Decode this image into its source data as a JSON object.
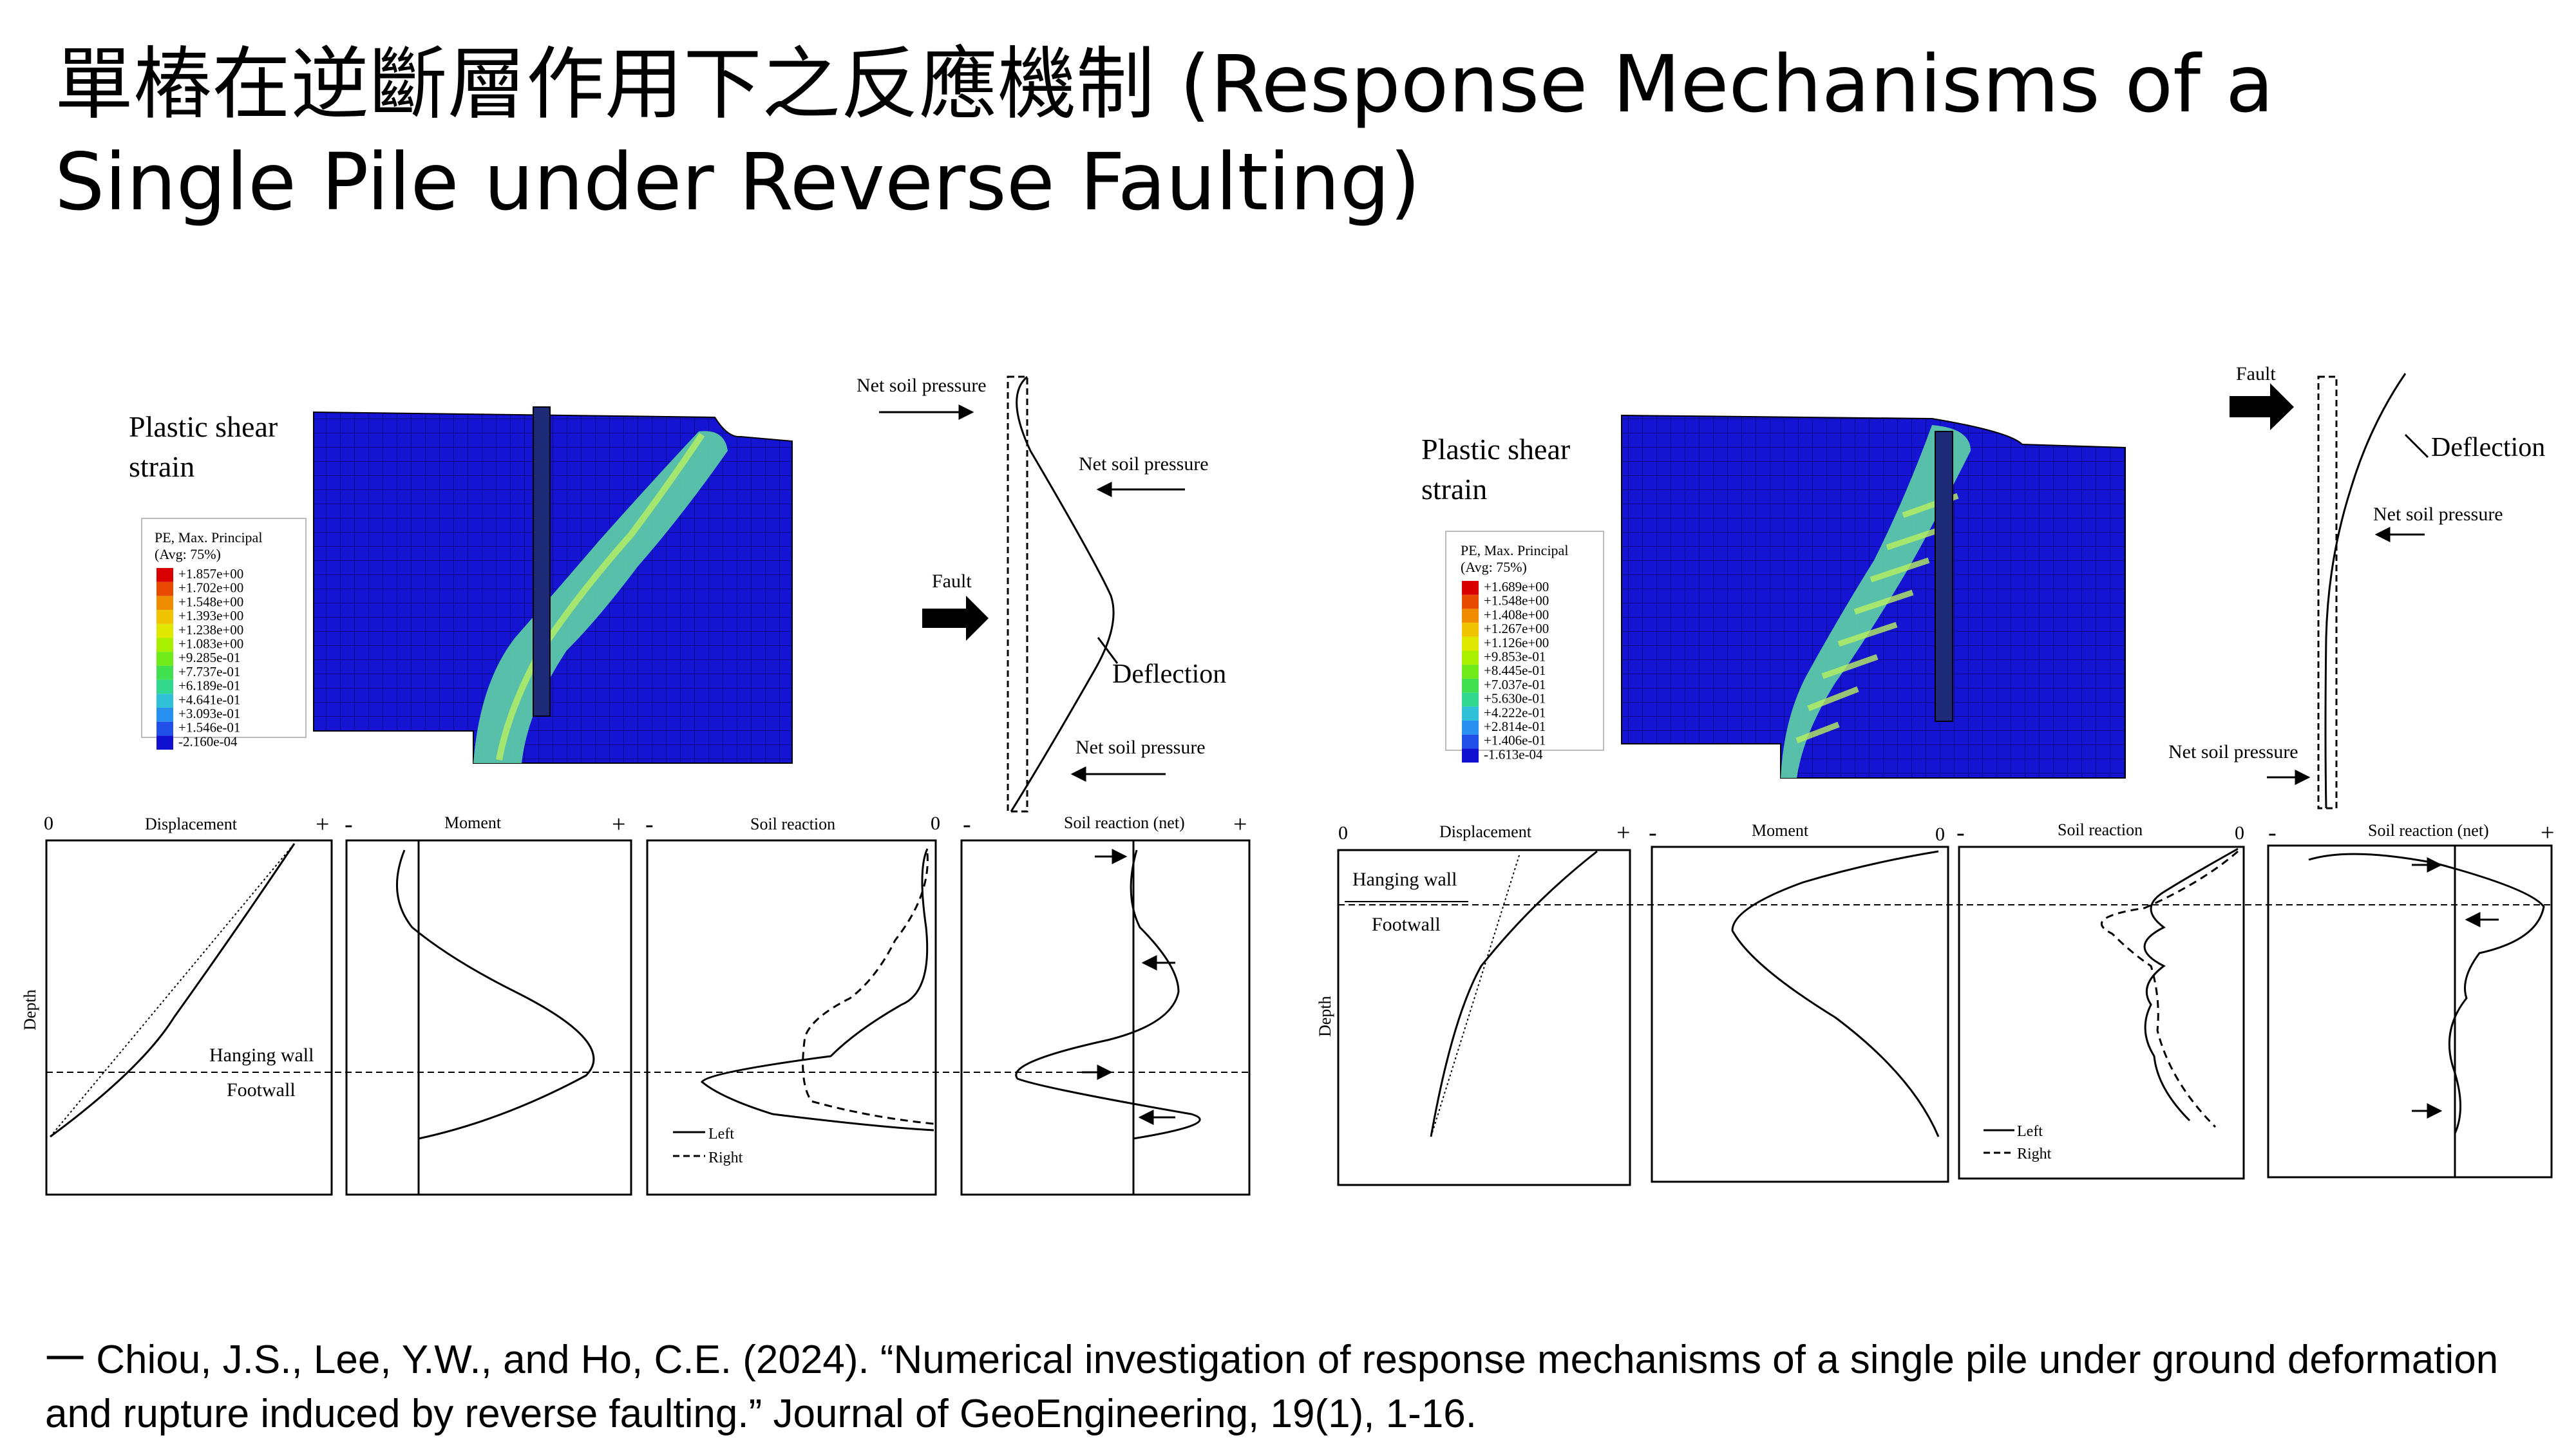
{
  "title": "單樁在逆斷層作用下之反應機制 (Response Mechanisms of a Single Pile under Reverse Faulting)",
  "citation": "一 Chiou, J.S., Lee, Y.W., and Ho, C.E. (2024). “Numerical investigation of response mechanisms of a single pile under ground deformation and rupture induced by reverse faulting.” Journal of GeoEngineering, 19(1), 1-16.",
  "colors": {
    "mesh_blue": "#1414d2",
    "pile": "#1c2a78",
    "shear_green": "#4ecb6e",
    "shear_cyan": "#6fd0e8"
  },
  "left": {
    "fe_label_1": "Plastic shear",
    "fe_label_2": "strain",
    "legend": {
      "title_1": "PE, Max. Principal",
      "title_2": "(Avg: 75%)",
      "values": [
        "+1.857e+00",
        "+1.702e+00",
        "+1.548e+00",
        "+1.393e+00",
        "+1.238e+00",
        "+1.083e+00",
        "+9.285e-01",
        "+7.737e-01",
        "+6.189e-01",
        "+4.641e-01",
        "+3.093e-01",
        "+1.546e-01",
        "-2.160e-04"
      ],
      "colors": [
        "#d80000",
        "#e84a00",
        "#f08c00",
        "#f0c400",
        "#e0e800",
        "#a8f000",
        "#70ea18",
        "#40e050",
        "#30d890",
        "#30c0d8",
        "#2890f0",
        "#2050e8",
        "#1010d0"
      ]
    },
    "mech": {
      "net_top": "Net soil pressure",
      "net_mid": "Net soil pressure",
      "fault": "Fault",
      "deflection": "Deflection",
      "net_bottom": "Net soil pressure"
    },
    "plots": {
      "zero_left": "0",
      "displacement": "Displacement",
      "plus_1": "+",
      "minus_2": "-",
      "moment": "Moment",
      "plus_2": "+",
      "minus_3": "-",
      "soil_reaction": "Soil reaction",
      "zero_3": "0",
      "minus_4": "-",
      "soil_reaction_net": "Soil reaction (net)",
      "plus_4": "+",
      "depth": "Depth",
      "hanging_wall": "Hanging wall",
      "footwall": "Footwall",
      "legend_left": "Left",
      "legend_right": "Right"
    }
  },
  "right": {
    "fe_label_1": "Plastic shear",
    "fe_label_2": "strain",
    "legend": {
      "title_1": "PE, Max. Principal",
      "title_2": "(Avg: 75%)",
      "values": [
        "+1.689e+00",
        "+1.548e+00",
        "+1.408e+00",
        "+1.267e+00",
        "+1.126e+00",
        "+9.853e-01",
        "+8.445e-01",
        "+7.037e-01",
        "+5.630e-01",
        "+4.222e-01",
        "+2.814e-01",
        "+1.406e-01",
        "-1.613e-04"
      ],
      "colors": [
        "#d80000",
        "#e84a00",
        "#f08c00",
        "#f0c400",
        "#e0e800",
        "#a8f000",
        "#70ea18",
        "#40e050",
        "#30d890",
        "#30c0d8",
        "#2890f0",
        "#2050e8",
        "#1010d0"
      ]
    },
    "mech": {
      "fault": "Fault",
      "deflection": "Deflection",
      "net_mid": "Net soil pressure",
      "net_bottom": "Net soil pressure"
    },
    "plots": {
      "zero_left": "0",
      "displacement": "Displacement",
      "plus_1": "+",
      "minus_2": "-",
      "moment": "Moment",
      "zero_2": "0",
      "minus_3": "-",
      "soil_reaction": "Soil reaction",
      "zero_3": "0",
      "minus_4": "-",
      "soil_reaction_net": "Soil reaction (net)",
      "plus_4": "+",
      "depth": "Depth",
      "hanging_wall": "Hanging wall",
      "footwall": "Footwall",
      "legend_left": "Left",
      "legend_right": "Right"
    }
  }
}
